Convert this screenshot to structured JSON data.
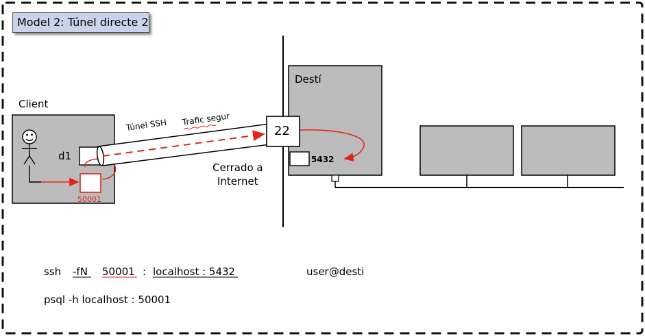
{
  "title": "Model 2: Túnel directe 2",
  "client": {
    "label": "Client",
    "device": "d1",
    "local_port": "50001"
  },
  "tunnel": {
    "label_ssh": "Túnel SSH",
    "label_traffic": "Trafic segur"
  },
  "firewall_note": {
    "line1": "Cerrado a",
    "line2": "Internet"
  },
  "destination": {
    "label": "Destí",
    "ssh_port": "22",
    "service_port": "5432"
  },
  "commands": {
    "ssh": {
      "cmd": "ssh",
      "flag": "-fN",
      "local_port": "50001",
      "sep": ":",
      "target": "localhost : 5432",
      "user_host": "user@desti"
    },
    "psql": "psql -h localhost : 50001"
  },
  "colors": {
    "title_bg": "#c9d3ea",
    "box_fill": "#bcbcbc",
    "accent_red": "#e0261c",
    "frame": "#111111"
  }
}
